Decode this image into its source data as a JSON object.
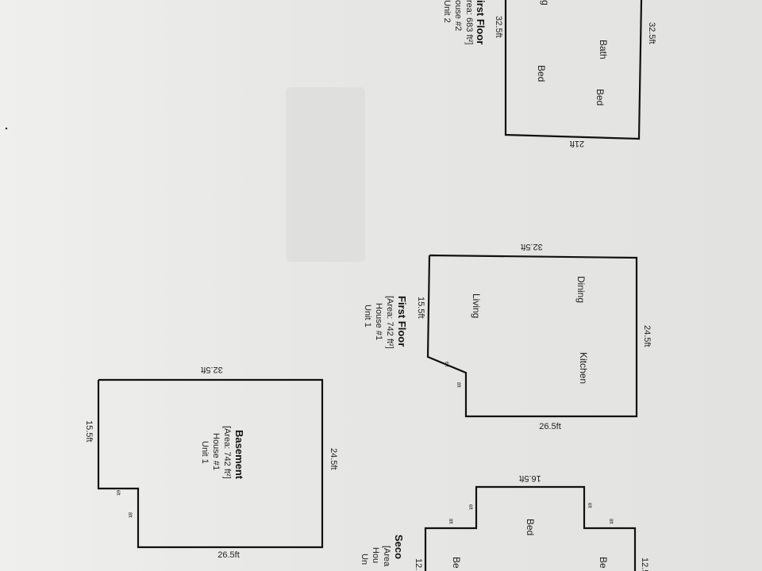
{
  "plans": {
    "top_unit2": {
      "title": "irst Floor",
      "area": "rea: 683 ft²]",
      "house": "ouse #2",
      "unit": "Unit 2",
      "dims": {
        "top": "32.5ft",
        "left": "32.5ft",
        "bottom": "21ft"
      },
      "rooms": {
        "bath": "Bath",
        "bed1": "Bed",
        "bed2": "Bed",
        "partial": "g"
      }
    },
    "first_floor_unit1": {
      "title": "First Floor",
      "area": "[Area: 742 ft²]",
      "house": "House #1",
      "unit": "Unit 1",
      "dims": {
        "top": "32.5ft",
        "right": "24.5ft",
        "left": "15.5ft",
        "bottom": "26.5ft",
        "notch_a": "6ft",
        "notch_b": "8ft"
      },
      "rooms": {
        "dining": "Dining",
        "living": "Living",
        "kitchen": "Kitchen"
      }
    },
    "basement_unit1": {
      "title": "Basement",
      "area": "[Area: 742 ft²]",
      "house": "House #1",
      "unit": "Unit 1",
      "dims": {
        "top": "32.5ft",
        "right": "24.5ft",
        "left": "15.5ft",
        "bottom": "26.5ft",
        "notch_a": "6ft",
        "notch_b": "8ft"
      },
      "rooms": {}
    },
    "second_floor_partial": {
      "title": "Seco",
      "area": "[Area",
      "house": "Hou",
      "unit": "Un",
      "dims": {
        "top": "16.5ft",
        "right": "12.5",
        "left": "12.",
        "s1": "6ft",
        "s2": "8ft",
        "s3": "6ft",
        "s4": "8ft"
      },
      "rooms": {
        "bed1": "Bed",
        "bed2": "Be",
        "bed3": "Be"
      }
    }
  }
}
